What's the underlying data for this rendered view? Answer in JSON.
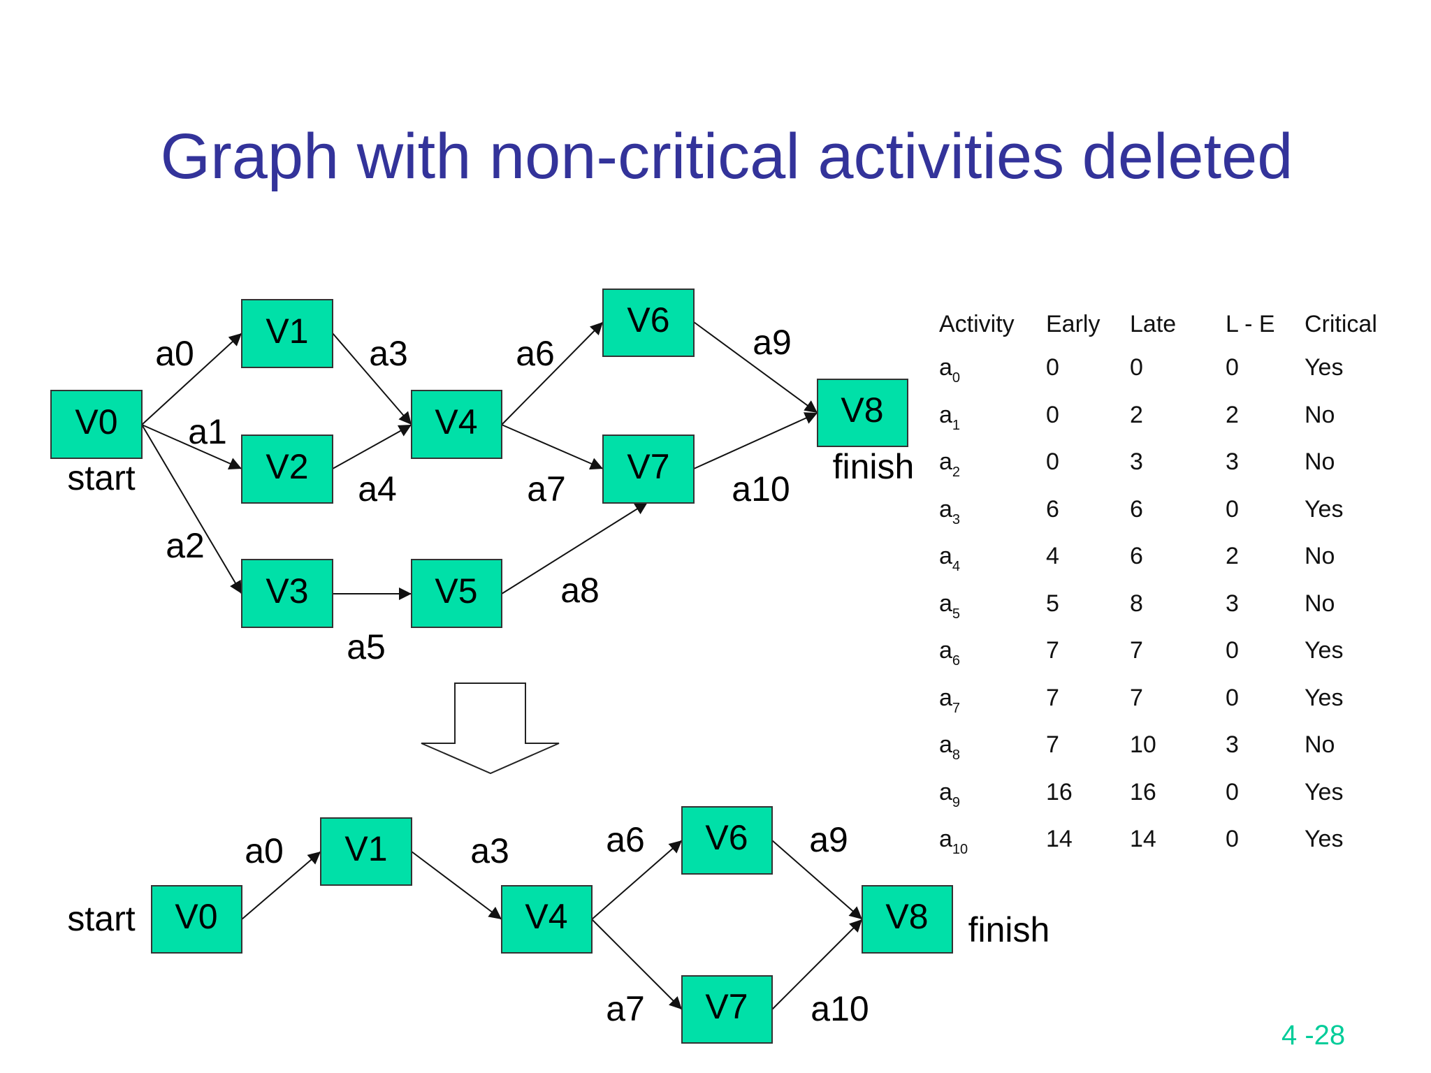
{
  "title": "Graph with non-critical activities deleted",
  "page_number": "4 -28",
  "colors": {
    "title": "#33339a",
    "node_fill": "#00e0a8",
    "page_number": "#00cc99"
  },
  "top_graph": {
    "start_label": "start",
    "finish_label": "finish",
    "nodes": [
      "V0",
      "V1",
      "V2",
      "V3",
      "V4",
      "V5",
      "V6",
      "V7",
      "V8"
    ],
    "edges": [
      "a0",
      "a1",
      "a2",
      "a3",
      "a4",
      "a5",
      "a6",
      "a7",
      "a8",
      "a9",
      "a10"
    ]
  },
  "bottom_graph": {
    "start_label": "start",
    "finish_label": "finish",
    "nodes": [
      "V0",
      "V1",
      "V4",
      "V6",
      "V7",
      "V8"
    ],
    "edges": [
      "a0",
      "a3",
      "a6",
      "a7",
      "a9",
      "a10"
    ]
  },
  "table": {
    "headers": [
      "Activity",
      "Early",
      "Late",
      "L - E",
      "Critical"
    ],
    "rows": [
      {
        "name": "a",
        "sub": "0",
        "early": "0",
        "late": "0",
        "diff": "0",
        "critical": "Yes"
      },
      {
        "name": "a",
        "sub": "1",
        "early": "0",
        "late": "2",
        "diff": "2",
        "critical": "No"
      },
      {
        "name": "a",
        "sub": "2",
        "early": "0",
        "late": "3",
        "diff": "3",
        "critical": "No"
      },
      {
        "name": "a",
        "sub": "3",
        "early": "6",
        "late": "6",
        "diff": "0",
        "critical": "Yes"
      },
      {
        "name": "a",
        "sub": "4",
        "early": "4",
        "late": "6",
        "diff": "2",
        "critical": "No"
      },
      {
        "name": "a",
        "sub": "5",
        "early": "5",
        "late": "8",
        "diff": "3",
        "critical": "No"
      },
      {
        "name": "a",
        "sub": "6",
        "early": "7",
        "late": "7",
        "diff": "0",
        "critical": "Yes"
      },
      {
        "name": "a",
        "sub": "7",
        "early": "7",
        "late": "7",
        "diff": "0",
        "critical": "Yes"
      },
      {
        "name": "a",
        "sub": "8",
        "early": "7",
        "late": "10",
        "diff": "3",
        "critical": "No"
      },
      {
        "name": "a",
        "sub": "9",
        "early": "16",
        "late": "16",
        "diff": "0",
        "critical": "Yes"
      },
      {
        "name": "a",
        "sub": "10",
        "early": "14",
        "late": "14",
        "diff": "0",
        "critical": "Yes"
      }
    ]
  }
}
